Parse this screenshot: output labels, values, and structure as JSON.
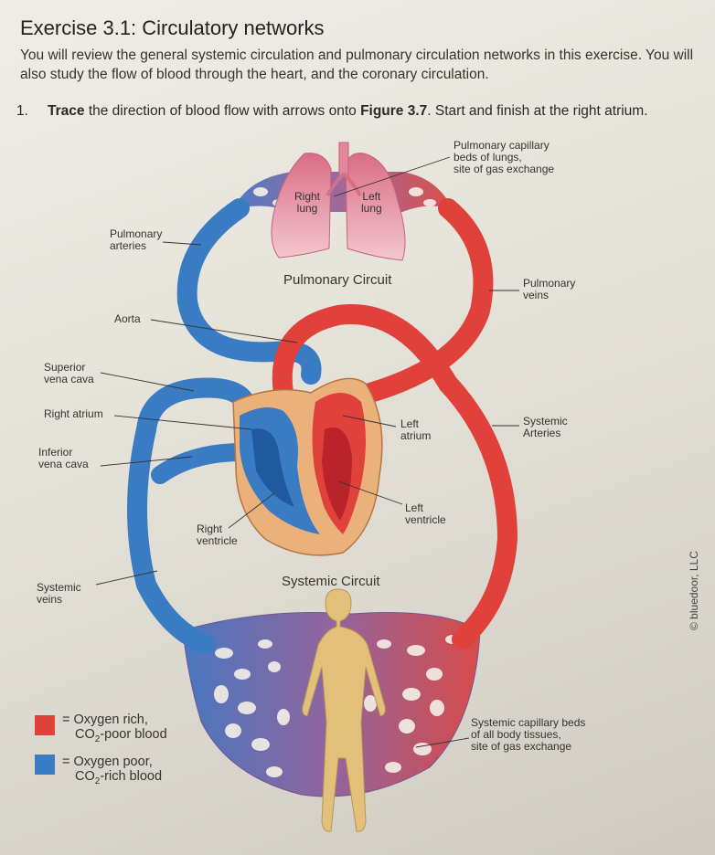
{
  "title": "Exercise 3.1: Circulatory networks",
  "intro": "You will review the general systemic circulation and pulmonary circulation networks in this exercise. You will also study the flow of blood through the heart, and the coronary circulation.",
  "instruction": {
    "number": "1.",
    "bold_start": "Trace",
    "mid": " the direction of blood flow with arrows onto ",
    "bold_figure": "Figure 3.7",
    "end": ". Start and finish at the right atrium."
  },
  "labels": {
    "pulmonary_capillary": "Pulmonary capillary\nbeds of lungs,\nsite of gas exchange",
    "right_lung": "Right\nlung",
    "left_lung": "Left\nlung",
    "pulmonary_arteries": "Pulmonary\narteries",
    "pulmonary_veins": "Pulmonary\nveins",
    "aorta": "Aorta",
    "superior_vena_cava": "Superior\nvena cava",
    "right_atrium": "Right atrium",
    "inferior_vena_cava": "Inferior\nvena cava",
    "left_atrium": "Left\natrium",
    "systemic_arteries": "Systemic\nArteries",
    "left_ventricle": "Left\nventricle",
    "right_ventricle": "Right\nventricle",
    "systemic_veins": "Systemic\nveins",
    "systemic_capillary": "Systemic capillary beds\nof all body tissues,\nsite of gas exchange",
    "pulmonary_circuit": "Pulmonary Circuit",
    "systemic_circuit": "Systemic Circuit"
  },
  "legend": {
    "rich_prefix": "= Oxygen rich,",
    "rich_line2": "CO",
    "rich_sub": "2",
    "rich_tail": "-poor blood",
    "poor_prefix": "= Oxygen poor,",
    "poor_line2": "CO",
    "poor_sub": "2",
    "poor_tail": "-rich blood"
  },
  "copyright": "© bluedoor, LLC",
  "colors": {
    "oxygen_rich": "#e0413a",
    "oxygen_poor": "#3a7cc4",
    "lung": "#e89aa8",
    "body": "#e2c07a"
  }
}
